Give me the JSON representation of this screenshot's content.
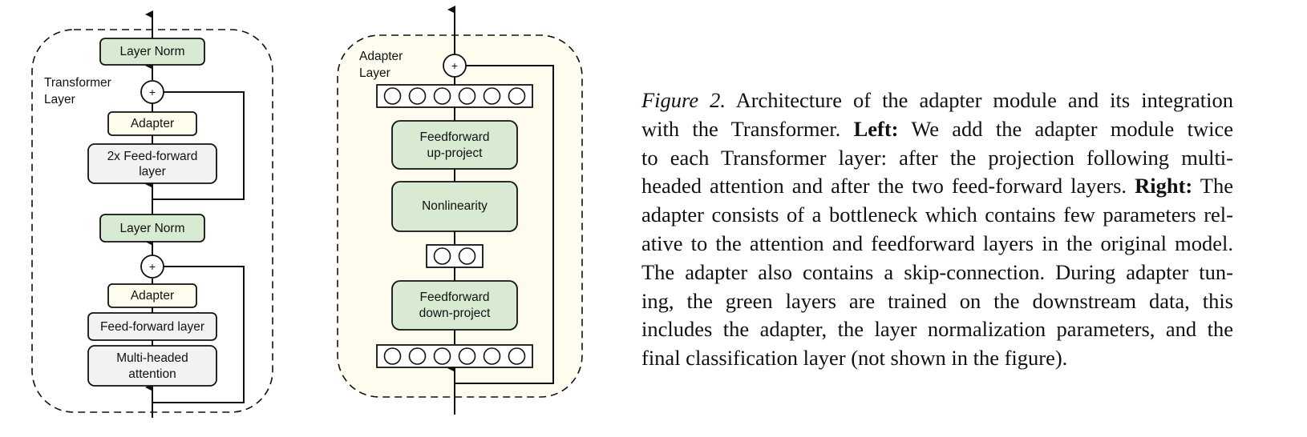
{
  "colors": {
    "green_fill": "#d9ead3",
    "adapter_fill": "#fefcec",
    "gray_fill": "#f2f2f2",
    "adapter_panel_fill": "#fefcef",
    "stroke": "#111111"
  },
  "left_diagram": {
    "panel_label": [
      "Transformer",
      "Layer"
    ],
    "blocks": {
      "top_layer_norm": "Layer Norm",
      "top_adapter": "Adapter",
      "two_ff": [
        "2x Feed-forward",
        "layer"
      ],
      "mid_layer_norm": "Layer Norm",
      "bottom_adapter": "Adapter",
      "ff_layer": "Feed-forward layer",
      "mha": [
        "Multi-headed",
        "attention"
      ]
    },
    "plus_symbol": "+"
  },
  "right_diagram": {
    "panel_label": [
      "Adapter",
      "Layer"
    ],
    "blocks": {
      "up_project": [
        "Feedforward",
        "up-project"
      ],
      "nonlinearity": "Nonlinearity",
      "down_project": [
        "Feedforward",
        "down-project"
      ]
    },
    "top_units": 6,
    "bottleneck_units": 2,
    "bottom_units": 6,
    "plus_symbol": "+"
  },
  "caption": {
    "figure_label": "Figure 2.",
    "lines": [
      [
        {
          "t": "Figure 2.",
          "s": "i"
        },
        {
          "t": " Architecture of the adapter module and its integration",
          "s": ""
        }
      ],
      [
        {
          "t": "with the Transformer.  ",
          "s": ""
        },
        {
          "t": "Left:",
          "s": "b"
        },
        {
          "t": " We add the adapter module twice",
          "s": ""
        }
      ],
      [
        {
          "t": "to each Transformer layer:  after the projection following multi-",
          "s": ""
        }
      ],
      [
        {
          "t": "headed attention and after the two feed-forward layers. ",
          "s": ""
        },
        {
          "t": "Right:",
          "s": "b"
        },
        {
          "t": " The",
          "s": ""
        }
      ],
      [
        {
          "t": "adapter consists of a bottleneck which contains few parameters rel-",
          "s": ""
        }
      ],
      [
        {
          "t": "ative to the attention and feedforward layers in the original model.",
          "s": ""
        }
      ],
      [
        {
          "t": "The adapter also contains a skip-connection. During adapter tun-",
          "s": ""
        }
      ],
      [
        {
          "t": "ing, the green layers are trained on the downstream data, this",
          "s": ""
        }
      ],
      [
        {
          "t": "includes the adapter, the layer normalization parameters, and the",
          "s": ""
        }
      ],
      [
        {
          "t": "final classification layer (not shown in the figure).",
          "s": ""
        }
      ]
    ]
  }
}
